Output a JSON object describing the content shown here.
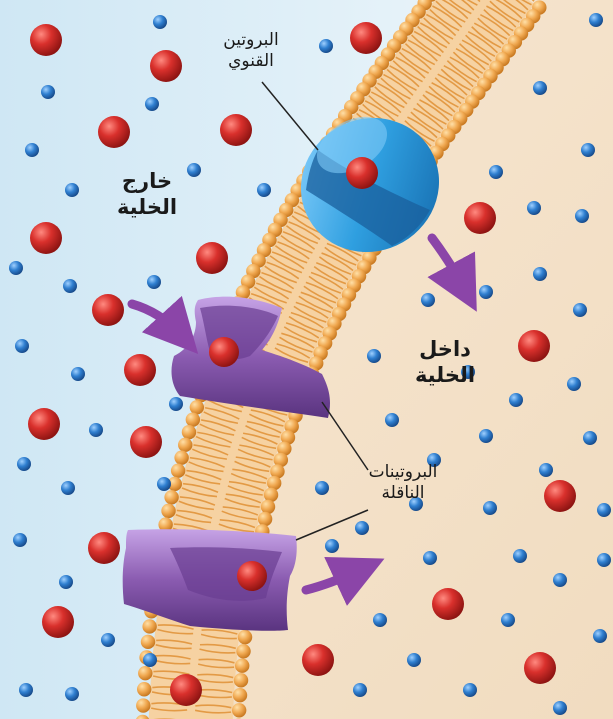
{
  "labels": {
    "outside_line1": "خارج",
    "outside_line2": "الخلية",
    "inside_line1": "داخل",
    "inside_line2": "الخلية",
    "channel_line1": "البروتين",
    "channel_line2": "القنوي",
    "carrier_line1": "البروتينات",
    "carrier_line2": "الناقلة"
  },
  "colors": {
    "outside_bg": "#d6ecf6",
    "inside_bg": "#f5e3cc",
    "phospholipid_head": "#f0a850",
    "lipid_tail": "#e39a45",
    "channel_protein": "#2f9fe0",
    "carrier_protein": "#8a5bb0",
    "large_particle": "#d42a2a",
    "small_particle": "#2f7fd0",
    "arrow": "#8b45a8"
  },
  "icons": {
    "channel": "channel-protein-icon",
    "carrier": "carrier-protein-icon",
    "arrow": "movement-arrow-icon"
  }
}
